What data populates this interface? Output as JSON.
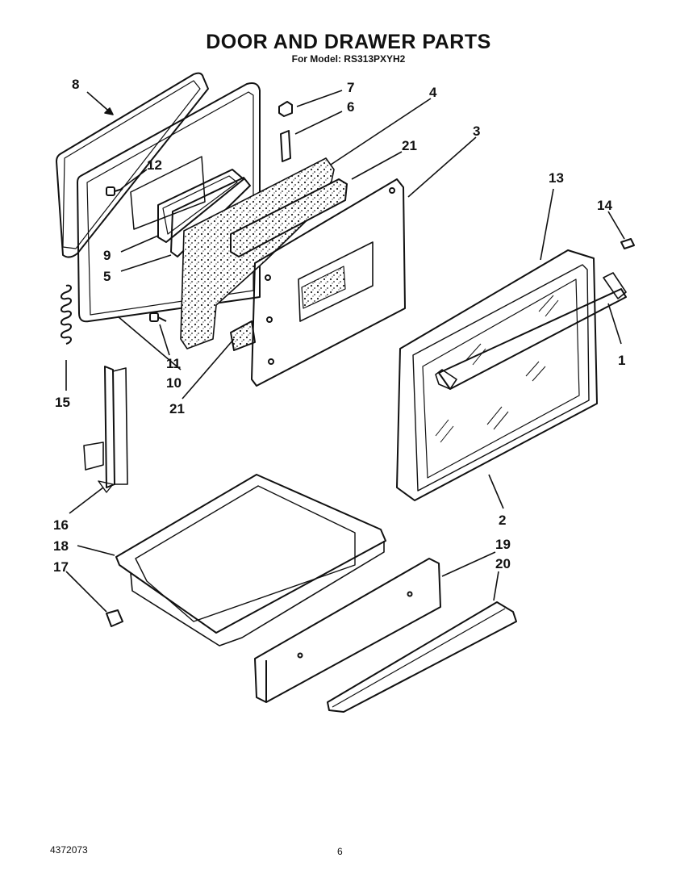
{
  "header": {
    "title": "DOOR AND DRAWER PARTS",
    "subtitle": "For Model: RS313PXYH2"
  },
  "footer": {
    "doc_number": "4372073",
    "page_number": "6"
  },
  "callouts": [
    "8",
    "7",
    "6",
    "4",
    "3",
    "21",
    "12",
    "9",
    "5",
    "13",
    "14",
    "1",
    "11",
    "10",
    "21",
    "15",
    "2",
    "16",
    "18",
    "19",
    "17",
    "20"
  ]
}
